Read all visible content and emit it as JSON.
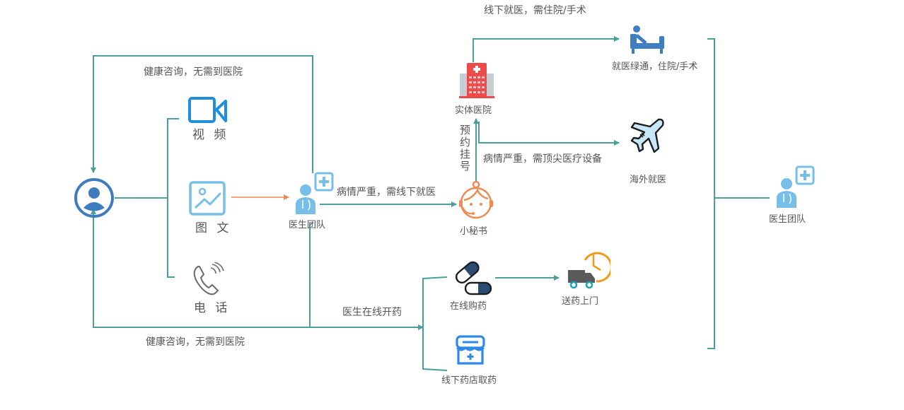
{
  "colors": {
    "connector": "#4a9e9c",
    "highlight_arrow": "#f0874e",
    "user_blue": "#3e7bbf",
    "doctor_blue": "#75bfe8",
    "video_blue": "#1f8fdc",
    "hospital_red": "#ee4a4a",
    "bed_blue": "#3f7fbf",
    "secretary_orange": "#ef8a52",
    "pill_navy": "#2c4a74",
    "clock_orange": "#f39a1c",
    "truck_gray": "#5a5a5a",
    "store_blue": "#2e8ae6",
    "text": "#555555"
  },
  "patient": {
    "icon": "user-circle-icon"
  },
  "channels": [
    {
      "id": "video",
      "label": "视 频",
      "icon": "video-camera-icon"
    },
    {
      "id": "image-text",
      "label": "图 文",
      "icon": "image-chart-icon"
    },
    {
      "id": "phone",
      "label": "电 话",
      "icon": "phone-icon"
    }
  ],
  "doctor_team": {
    "label": "医生团队",
    "icon": "doctor-icon"
  },
  "doctor_team_right": {
    "label": "医生团队",
    "icon": "doctor-icon"
  },
  "secretary": {
    "label": "小秘书",
    "icon": "customer-service-icon"
  },
  "hospital": {
    "label": "实体医院",
    "icon": "hospital-icon"
  },
  "inpatient": {
    "label": "就医绿通，住院/手术",
    "icon": "hospital-bed-icon"
  },
  "overseas": {
    "label": "海外就医",
    "icon": "airplane-icon"
  },
  "online_pharmacy": {
    "label": "在线购药",
    "icon": "pills-icon"
  },
  "delivery": {
    "label": "送药上门",
    "icon": "delivery-truck-clock-icon"
  },
  "offline_pharmacy": {
    "label": "线下药店取药",
    "icon": "pharmacy-store-icon"
  },
  "edges": {
    "top_consult": "健康咨询，无需到医院",
    "bottom_consult": "健康咨询，无需到医院",
    "serious_offline": "病情严重，需线下就医",
    "appointment": "预约挂号",
    "surgery": "线下就医，需住院/手术",
    "overseas_needed": "病情严重，需顶尖医疗设备",
    "prescribe_online": "医生在线开药"
  }
}
